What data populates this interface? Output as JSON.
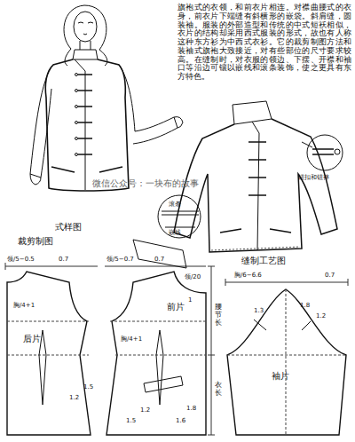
{
  "diagram": {
    "labels": [
      "旗袍式的衣领，和前衣片相连。对襟曲腰式的衣身，前衣片下端缝有斜横形的嵌袋。斜肩缝，圆装袖。服装的外部造型和传统的中式短袄相似，衣片的结构却采用西式服装的形式，故也有人称这种东方衫为中西式衣衫。它的裁剪制图方法和装袖式旗袍大致接近，对有些部位的尺寸要求较高。在缝制时，对衣服的领边、下摆、开襟和袖口等沿边可镶以嵌线和滚条装饰，使之更具有东方特色。",
      "式样图",
      "缝制工艺图",
      "微信公众号：一块布的故事",
      "滚条",
      "嵌线",
      "钮扣和钮袢",
      "裁剪制图",
      "后片",
      "前片",
      "袖片",
      "腰节长",
      "衣长",
      "领/5−0.5",
      "0.7",
      "胸/4+1",
      "1.5",
      "1.2",
      "领/5−0.7",
      "领/20",
      "0.7",
      "1",
      "胸/4+1",
      "1.5",
      "1.2",
      "1.6",
      "1.8",
      "胸/6−6.6",
      "0.7",
      "1.3",
      "1.8",
      "1.2"
    ]
  }
}
